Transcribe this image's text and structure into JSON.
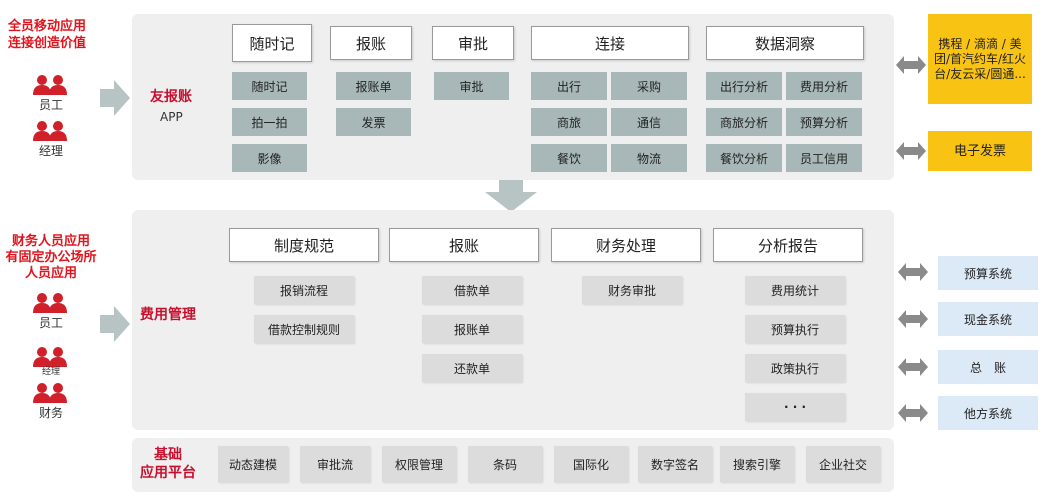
{
  "left_top": {
    "title_line1": "全员移动应用",
    "title_line2": "连接创造价值",
    "person1": "员工",
    "person2": "经理"
  },
  "left_bottom": {
    "title_line1": "财务人员应用",
    "title_line2": "有固定办公场所",
    "title_line3": "人员应用",
    "person1": "员工",
    "person2": "经理",
    "person3": "财务"
  },
  "top_panel": {
    "name": "友报账",
    "sub": "APP",
    "groups": {
      "suishiji": {
        "header": "随时记",
        "items": [
          "随时记",
          "拍一拍",
          "影像"
        ]
      },
      "baozhang": {
        "header": "报账",
        "items": [
          "报账单",
          "发票"
        ]
      },
      "shenpi": {
        "header": "审批",
        "items": [
          "审批"
        ]
      },
      "lianjie": {
        "header": "连接",
        "items": [
          "出行",
          "采购",
          "商旅",
          "通信",
          "餐饮",
          "物流"
        ]
      },
      "shuju": {
        "header": "数据洞察",
        "items": [
          "出行分析",
          "费用分析",
          "商旅分析",
          "预算分析",
          "餐饮分析",
          "员工信用"
        ]
      }
    }
  },
  "right_top": {
    "partners": "携程 / 滴滴 / 美团/首汽约车/红火台/友云采/圆通...",
    "einvoice": "电子发票"
  },
  "mid_panel": {
    "name": "费用管理",
    "groups": {
      "zhidu": {
        "header": "制度规范",
        "items": [
          "报销流程",
          "借款控制规则"
        ]
      },
      "baozhang": {
        "header": "报账",
        "items": [
          "借款单",
          "报账单",
          "还款单"
        ]
      },
      "caiwu": {
        "header": "财务处理",
        "items": [
          "财务审批"
        ]
      },
      "fenxi": {
        "header": "分析报告",
        "items": [
          "费用统计",
          "预算执行",
          "政策执行",
          "· · ·"
        ]
      }
    }
  },
  "right_systems": [
    "预算系统",
    "现金系统",
    "总　账",
    "他方系统"
  ],
  "base_platform": {
    "name_line1": "基础",
    "name_line2": "应用平台",
    "items": [
      "动态建模",
      "审批流",
      "权限管理",
      "条码",
      "国际化",
      "数字签名",
      "搜索引擎",
      "企业社交"
    ]
  },
  "colors": {
    "accent_red": "#e1141e",
    "tile_gray_blue": "#a8b8b8",
    "light_tile": "#dcdcdc",
    "panel_bg": "#efefef",
    "partner_yellow": "#f8c313",
    "system_blue": "#dce9f6"
  }
}
